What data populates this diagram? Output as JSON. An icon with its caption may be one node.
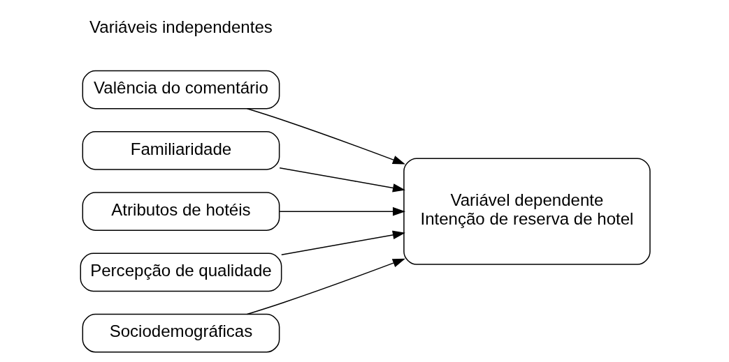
{
  "diagram": {
    "nodes": [
      {
        "text": [
          "Valência do comentário"
        ]
      },
      {
        "text": [
          "Familiaridade"
        ]
      },
      {
        "text": [
          "Atributos de hotéis"
        ]
      },
      {
        "text": [
          "Percepção de qualidade"
        ]
      },
      {
        "text": [
          "Sociodemográficas"
        ]
      },
      {
        "text": [
          "Variável dependente",
          "Intenção de reserva de hotel"
        ]
      }
    ],
    "edges": [
      {
        "from": 0,
        "to": 5,
        "arrow": "to"
      },
      {
        "from": 1,
        "to": 5,
        "arrow": "to"
      },
      {
        "from": 2,
        "to": 5,
        "arrow": "to"
      },
      {
        "from": 3,
        "to": 5,
        "arrow": "to"
      },
      {
        "from": 4,
        "to": 5,
        "arrow": "to"
      }
    ],
    "labels": [
      "Variáveis independentes"
    ]
  }
}
